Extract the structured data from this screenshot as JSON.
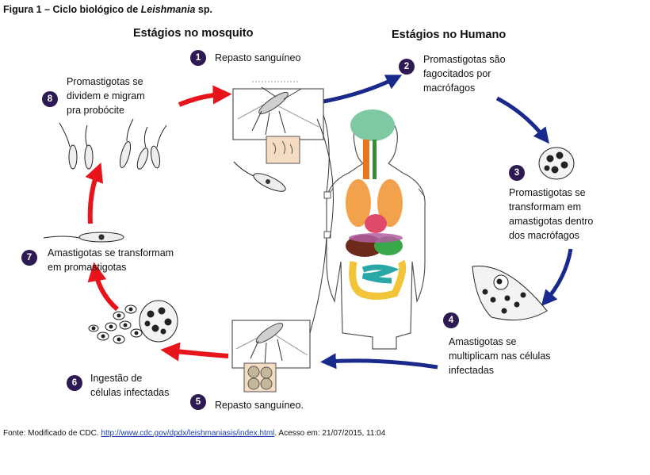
{
  "figure": {
    "title_prefix": "Figura 1 – Ciclo biológico de ",
    "title_italic": "Leishmania",
    "title_suffix": " sp."
  },
  "headings": {
    "mosquito": "Estágios no mosquito",
    "human": "Estágios no Humano"
  },
  "steps": [
    {
      "number": "1",
      "lines": [
        "Repasto sanguíneo"
      ]
    },
    {
      "number": "2",
      "lines": [
        "Promastigotas são",
        "fagocitados por",
        "macrófagos"
      ]
    },
    {
      "number": "3",
      "lines": [
        "Promastigotas se",
        "transformam em",
        "amastigotas dentro",
        "dos macrófagos"
      ]
    },
    {
      "number": "4",
      "lines": [
        "Amastigotas se",
        "multiplicam nas células",
        "infectadas"
      ]
    },
    {
      "number": "5",
      "lines": [
        "Repasto sanguíneo."
      ]
    },
    {
      "number": "6",
      "lines": [
        "Ingestão de",
        "células infectadas"
      ]
    },
    {
      "number": "7",
      "lines": [
        "Amastigotas se transformam",
        "em promastigotas"
      ]
    },
    {
      "number": "8",
      "lines": [
        "Promastigotas se",
        "dividem e migram",
        "pra probócite"
      ]
    }
  ],
  "source": {
    "prefix": "Fonte: Modificado de CDC. ",
    "link": "http://www.cdc.gov/dpdx/leishmaniasis/index.html",
    "suffix": ". Acesso em: 21/07/2015, 11:04"
  },
  "colors": {
    "mosquito_arrow": "#e8141b",
    "human_arrow": "#1a2a8c",
    "step_badge": "#2e1a52"
  }
}
